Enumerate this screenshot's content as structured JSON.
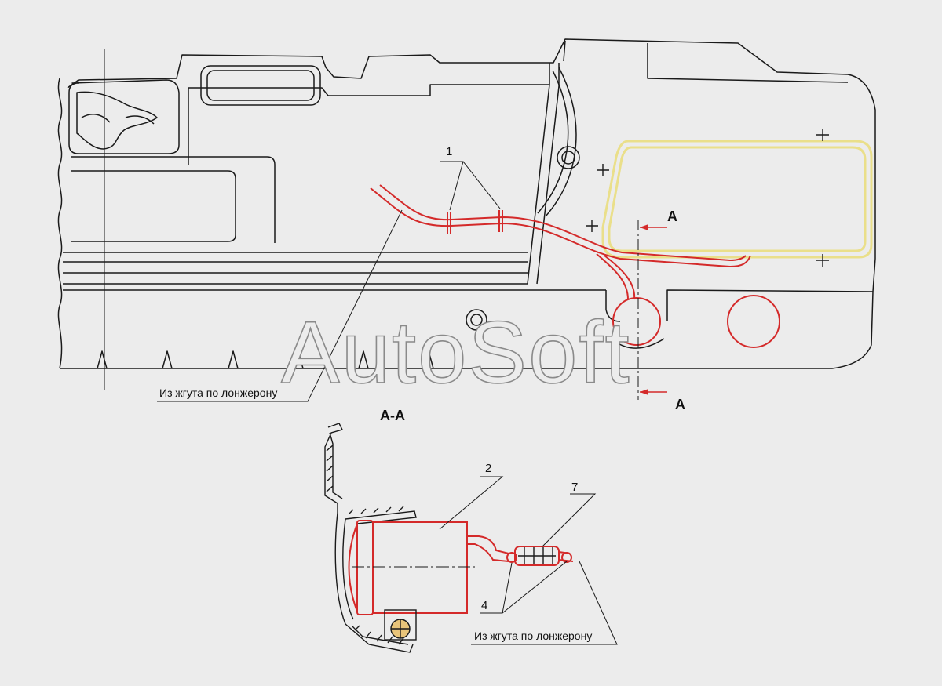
{
  "watermark": "AutoSoft",
  "colors": {
    "background": "#ececec",
    "outline": "#1a1a1a",
    "harness": "#d42a2a",
    "window_seal": "#eadf8a",
    "wood": "#e8c47a"
  },
  "labels": {
    "callout_1": "1",
    "callout_2": "2",
    "callout_4": "4",
    "callout_7": "7",
    "from_harness_top": "Из жгута по лонжерону",
    "from_harness_bottom": "Из жгута по лонжерону",
    "section_top": "A",
    "section_bottom": "A",
    "section_title": "А-А"
  }
}
